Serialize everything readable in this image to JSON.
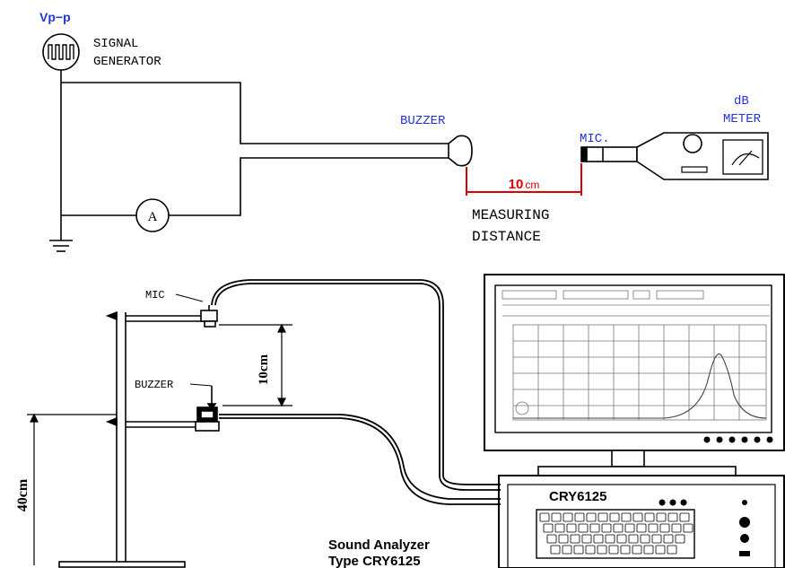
{
  "colors": {
    "line": "#000000",
    "label_blue": "#2233dd",
    "measure_red": "#dd0000",
    "screen_line": "#777777",
    "bg": "#ffffff"
  },
  "top_circuit": {
    "voltage_label": "Vp−p",
    "generator_label_line1": "SIGNAL",
    "generator_label_line2": "GENERATOR",
    "ammeter_label": "A",
    "buzzer_label": "BUZZER",
    "mic_label": "MIC.",
    "meter_label_line1": "dB",
    "meter_label_line2": "METER",
    "distance_value": "10",
    "distance_unit": "cm",
    "measuring_line1": "MEASURING",
    "measuring_line2": "DISTANCE"
  },
  "bottom_setup": {
    "mic_label": "MIC",
    "buzzer_label": "BUZZER",
    "gap_label": "10cm",
    "height_label": "40cm",
    "analyzer_model": "CRY6125",
    "caption_line1": "Sound Analyzer",
    "caption_line2": "Type CRY6125"
  }
}
